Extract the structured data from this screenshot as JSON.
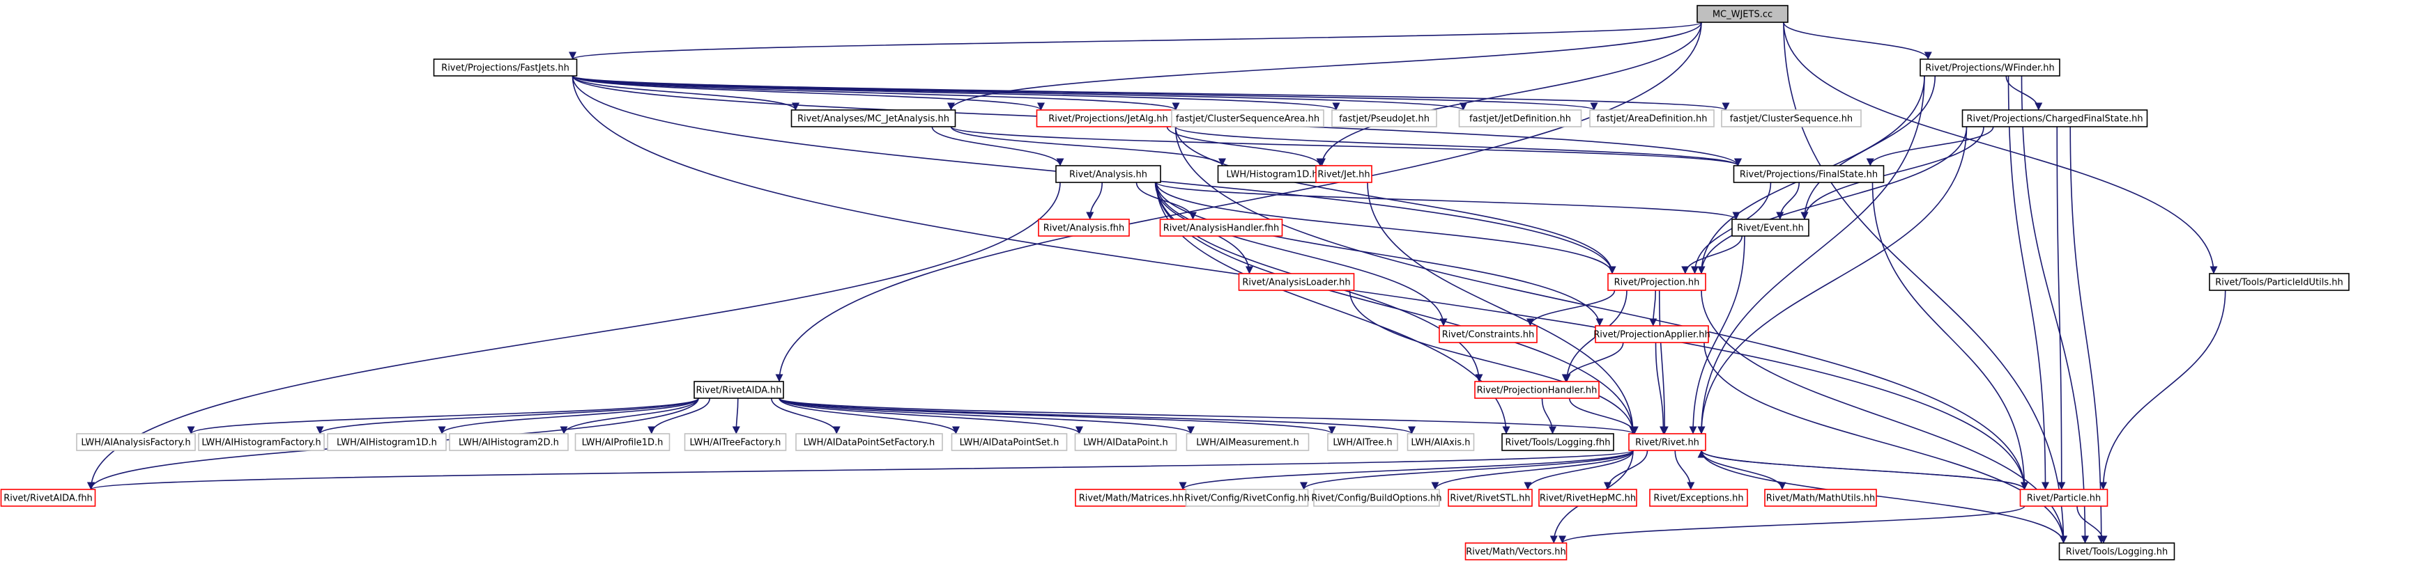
{
  "colors": {
    "edge": "#191970",
    "root_fill": "#bfbfbf",
    "node_border": "#000000",
    "missing_border": "#ff0000",
    "external_border": "#bfbfbf"
  },
  "nodes": {
    "mc_wjets": {
      "label": "MC_WJETS.cc",
      "kind": "root"
    },
    "fastjets": {
      "label": "Rivet/Projections/FastJets.hh",
      "kind": "normal"
    },
    "wfinder": {
      "label": "Rivet/Projections/WFinder.hh",
      "kind": "normal"
    },
    "mc_jetanalysis": {
      "label": "Rivet/Analyses/MC_JetAnalysis.hh",
      "kind": "normal"
    },
    "jetalg": {
      "label": "Rivet/Projections/JetAlg.hh",
      "kind": "red"
    },
    "cs_area": {
      "label": "fastjet/ClusterSequenceArea.hh",
      "kind": "grey"
    },
    "pseudojet": {
      "label": "fastjet/PseudoJet.hh",
      "kind": "grey"
    },
    "jetdef": {
      "label": "fastjet/JetDefinition.hh",
      "kind": "grey"
    },
    "areadef": {
      "label": "fastjet/AreaDefinition.hh",
      "kind": "grey"
    },
    "clusterseq": {
      "label": "fastjet/ClusterSequence.hh",
      "kind": "grey"
    },
    "chargedfs": {
      "label": "Rivet/Projections/ChargedFinalState.hh",
      "kind": "normal"
    },
    "analysis": {
      "label": "Rivet/Analysis.hh",
      "kind": "normal"
    },
    "lwh_h1d": {
      "label": "LWH/Histogram1D.h",
      "kind": "normal"
    },
    "jet": {
      "label": "Rivet/Jet.hh",
      "kind": "red"
    },
    "finalstate": {
      "label": "Rivet/Projections/FinalState.hh",
      "kind": "normal"
    },
    "analysis_fhh": {
      "label": "Rivet/Analysis.fhh",
      "kind": "red"
    },
    "analysishandler_fhh": {
      "label": "Rivet/AnalysisHandler.fhh",
      "kind": "red"
    },
    "event": {
      "label": "Rivet/Event.hh",
      "kind": "normal"
    },
    "analysisloader": {
      "label": "Rivet/AnalysisLoader.hh",
      "kind": "red"
    },
    "projection": {
      "label": "Rivet/Projection.hh",
      "kind": "red"
    },
    "particleidutils": {
      "label": "Rivet/Tools/ParticleIdUtils.hh",
      "kind": "normal"
    },
    "constraints": {
      "label": "Rivet/Constraints.hh",
      "kind": "red"
    },
    "projapplier": {
      "label": "Rivet/ProjectionApplier.hh",
      "kind": "red"
    },
    "projhandler": {
      "label": "Rivet/ProjectionHandler.hh",
      "kind": "red"
    },
    "rivetaida": {
      "label": "Rivet/RivetAIDA.hh",
      "kind": "normal"
    },
    "ai_af": {
      "label": "LWH/AIAnalysisFactory.h",
      "kind": "grey"
    },
    "ai_hf": {
      "label": "LWH/AIHistogramFactory.h",
      "kind": "grey"
    },
    "ai_h1d": {
      "label": "LWH/AIHistogram1D.h",
      "kind": "grey"
    },
    "ai_h2d": {
      "label": "LWH/AIHistogram2D.h",
      "kind": "grey"
    },
    "ai_p1d": {
      "label": "LWH/AIProfile1D.h",
      "kind": "grey"
    },
    "ai_tf": {
      "label": "LWH/AITreeFactory.h",
      "kind": "grey"
    },
    "ai_dpsf": {
      "label": "LWH/AIDataPointSetFactory.h",
      "kind": "grey"
    },
    "ai_dps": {
      "label": "LWH/AIDataPointSet.h",
      "kind": "grey"
    },
    "ai_dp": {
      "label": "LWH/AIDataPoint.h",
      "kind": "grey"
    },
    "ai_meas": {
      "label": "LWH/AIMeasurement.h",
      "kind": "grey"
    },
    "ai_tree": {
      "label": "LWH/AITree.h",
      "kind": "grey"
    },
    "ai_axis": {
      "label": "LWH/AIAxis.h",
      "kind": "grey"
    },
    "logging_fhh": {
      "label": "Rivet/Tools/Logging.fhh",
      "kind": "normal"
    },
    "rivet": {
      "label": "Rivet/Rivet.hh",
      "kind": "red"
    },
    "rivetaida_fhh": {
      "label": "Rivet/RivetAIDA.fhh",
      "kind": "red"
    },
    "matrices": {
      "label": "Rivet/Math/Matrices.hh",
      "kind": "red"
    },
    "rivetconfig": {
      "label": "Rivet/Config/RivetConfig.hh",
      "kind": "grey"
    },
    "buildoptions": {
      "label": "Rivet/Config/BuildOptions.hh",
      "kind": "grey"
    },
    "rivetstl": {
      "label": "Rivet/RivetSTL.hh",
      "kind": "red"
    },
    "rivethepmc": {
      "label": "Rivet/RivetHepMC.hh",
      "kind": "red"
    },
    "exceptions": {
      "label": "Rivet/Exceptions.hh",
      "kind": "red"
    },
    "mathutils": {
      "label": "Rivet/Math/MathUtils.hh",
      "kind": "red"
    },
    "particle": {
      "label": "Rivet/Particle.hh",
      "kind": "red"
    },
    "vectors": {
      "label": "Rivet/Math/Vectors.hh",
      "kind": "red"
    },
    "logging": {
      "label": "Rivet/Tools/Logging.hh",
      "kind": "normal"
    }
  },
  "edges": [
    [
      "mc_wjets",
      "fastjets"
    ],
    [
      "mc_wjets",
      "wfinder"
    ],
    [
      "mc_wjets",
      "mc_jetanalysis"
    ],
    [
      "mc_wjets",
      "rivetaida"
    ],
    [
      "mc_wjets",
      "logging"
    ],
    [
      "mc_wjets",
      "particleidutils"
    ],
    [
      "mc_wjets",
      "lwh_h1d"
    ],
    [
      "fastjets",
      "jetalg"
    ],
    [
      "fastjets",
      "cs_area"
    ],
    [
      "fastjets",
      "pseudojet"
    ],
    [
      "fastjets",
      "jetdef"
    ],
    [
      "fastjets",
      "areadef"
    ],
    [
      "fastjets",
      "clusterseq"
    ],
    [
      "fastjets",
      "finalstate"
    ],
    [
      "fastjets",
      "projection"
    ],
    [
      "fastjets",
      "particle"
    ],
    [
      "fastjets",
      "mc_jetanalysis"
    ],
    [
      "wfinder",
      "chargedfs"
    ],
    [
      "wfinder",
      "projection"
    ],
    [
      "wfinder",
      "event"
    ],
    [
      "wfinder",
      "rivet"
    ],
    [
      "wfinder",
      "particle"
    ],
    [
      "wfinder",
      "logging"
    ],
    [
      "mc_jetanalysis",
      "analysis"
    ],
    [
      "mc_jetanalysis",
      "lwh_h1d"
    ],
    [
      "mc_jetanalysis",
      "finalstate"
    ],
    [
      "jetalg",
      "jet"
    ],
    [
      "jetalg",
      "finalstate"
    ],
    [
      "jetalg",
      "projection"
    ],
    [
      "jetalg",
      "particle"
    ],
    [
      "chargedfs",
      "finalstate"
    ],
    [
      "chargedfs",
      "event"
    ],
    [
      "chargedfs",
      "projection"
    ],
    [
      "chargedfs",
      "rivet"
    ],
    [
      "chargedfs",
      "particle"
    ],
    [
      "chargedfs",
      "logging"
    ],
    [
      "analysis",
      "analysis_fhh"
    ],
    [
      "analysis",
      "analysishandler_fhh"
    ],
    [
      "analysis",
      "analysisloader"
    ],
    [
      "analysis",
      "event"
    ],
    [
      "analysis",
      "projection"
    ],
    [
      "analysis",
      "constraints"
    ],
    [
      "analysis",
      "projapplier"
    ],
    [
      "analysis",
      "projhandler"
    ],
    [
      "analysis",
      "rivet"
    ],
    [
      "analysis",
      "rivetaida_fhh"
    ],
    [
      "analysis",
      "logging_fhh"
    ],
    [
      "jet",
      "rivet"
    ],
    [
      "finalstate",
      "event"
    ],
    [
      "finalstate",
      "projection"
    ],
    [
      "finalstate",
      "particle"
    ],
    [
      "event",
      "projection"
    ],
    [
      "event",
      "rivet"
    ],
    [
      "analysisloader",
      "rivet"
    ],
    [
      "projection",
      "constraints"
    ],
    [
      "projection",
      "projapplier"
    ],
    [
      "projection",
      "projhandler"
    ],
    [
      "projection",
      "rivet"
    ],
    [
      "projection",
      "logging"
    ],
    [
      "particleidutils",
      "particle"
    ],
    [
      "projapplier",
      "projhandler"
    ],
    [
      "projapplier",
      "rivet"
    ],
    [
      "projapplier",
      "logging"
    ],
    [
      "projhandler",
      "logging_fhh"
    ],
    [
      "projhandler",
      "rivet"
    ],
    [
      "rivetaida",
      "ai_af"
    ],
    [
      "rivetaida",
      "ai_hf"
    ],
    [
      "rivetaida",
      "ai_h1d"
    ],
    [
      "rivetaida",
      "ai_h2d"
    ],
    [
      "rivetaida",
      "ai_p1d"
    ],
    [
      "rivetaida",
      "ai_tf"
    ],
    [
      "rivetaida",
      "ai_dpsf"
    ],
    [
      "rivetaida",
      "ai_dps"
    ],
    [
      "rivetaida",
      "ai_dp"
    ],
    [
      "rivetaida",
      "ai_meas"
    ],
    [
      "rivetaida",
      "ai_tree"
    ],
    [
      "rivetaida",
      "ai_axis"
    ],
    [
      "rivetaida",
      "rivetaida_fhh"
    ],
    [
      "rivetaida",
      "rivet"
    ],
    [
      "rivet",
      "rivetaida_fhh"
    ],
    [
      "rivet",
      "matrices"
    ],
    [
      "rivet",
      "rivetconfig"
    ],
    [
      "rivet",
      "buildoptions"
    ],
    [
      "rivet",
      "rivetstl"
    ],
    [
      "rivet",
      "rivethepmc"
    ],
    [
      "rivet",
      "exceptions"
    ],
    [
      "rivet",
      "mathutils"
    ],
    [
      "rivet",
      "particle"
    ],
    [
      "rivet",
      "vectors"
    ],
    [
      "rivet",
      "logging"
    ],
    [
      "particle",
      "vectors"
    ],
    [
      "particle",
      "logging"
    ],
    [
      "particle",
      "rivet"
    ]
  ]
}
